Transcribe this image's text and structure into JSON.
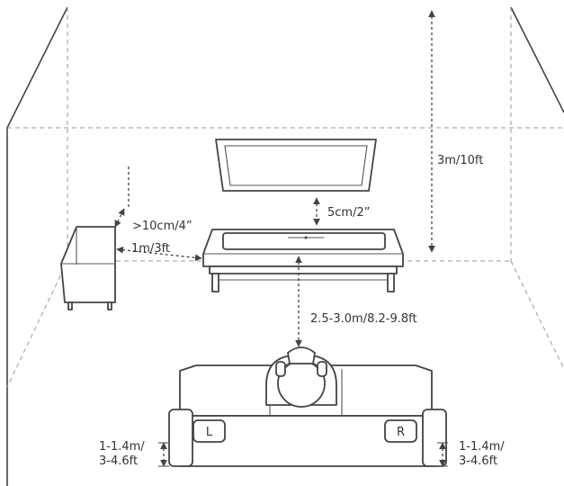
{
  "diagram": {
    "labels": {
      "ceiling_height": "3m/10ft",
      "tv_gap": "5cm/2”",
      "sub_wall_gap": ">10cm/4”",
      "sub_distance": "1m/3ft",
      "listening_distance": "2.5-3.0m/8.2-9.8ft",
      "ear_height_left_1": "1-1.4m/",
      "ear_height_left_2": "3-4.6ft",
      "ear_height_right_1": "1-1.4m/",
      "ear_height_right_2": "3-4.6ft",
      "speaker_left": "L",
      "speaker_right": "R"
    },
    "colors": {
      "line": "#444444",
      "dashed": "#9a9a9a",
      "text": "#333333"
    }
  }
}
